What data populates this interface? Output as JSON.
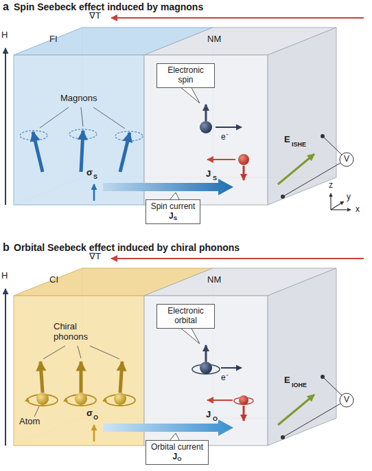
{
  "diagram": {
    "nodes": [
      {
        "text": [
          "Electronic spin"
        ]
      },
      {
        "text": [
          "Spin current",
          "J",
          "S"
        ]
      },
      {
        "text": [
          "Electronic orbital"
        ]
      },
      {
        "text": [
          "Orbital current",
          "J",
          "O"
        ]
      }
    ],
    "labels": [
      "a",
      "Spin Seebeck effect induced by magnons",
      "∇T",
      "H",
      "FI",
      "NM",
      "Magnons",
      "e⁻",
      "E",
      "ISHE",
      "V",
      "z",
      "y",
      "x",
      "σ",
      "S",
      "J",
      "S",
      "b",
      "Orbital Seebeck effect induced by chiral phonons",
      "∇T",
      "H",
      "CI",
      "NM",
      "Chiral phonons",
      "Atom",
      "e⁻",
      "E",
      "IOHE",
      "V",
      "σ",
      "O",
      "J",
      "O"
    ]
  }
}
